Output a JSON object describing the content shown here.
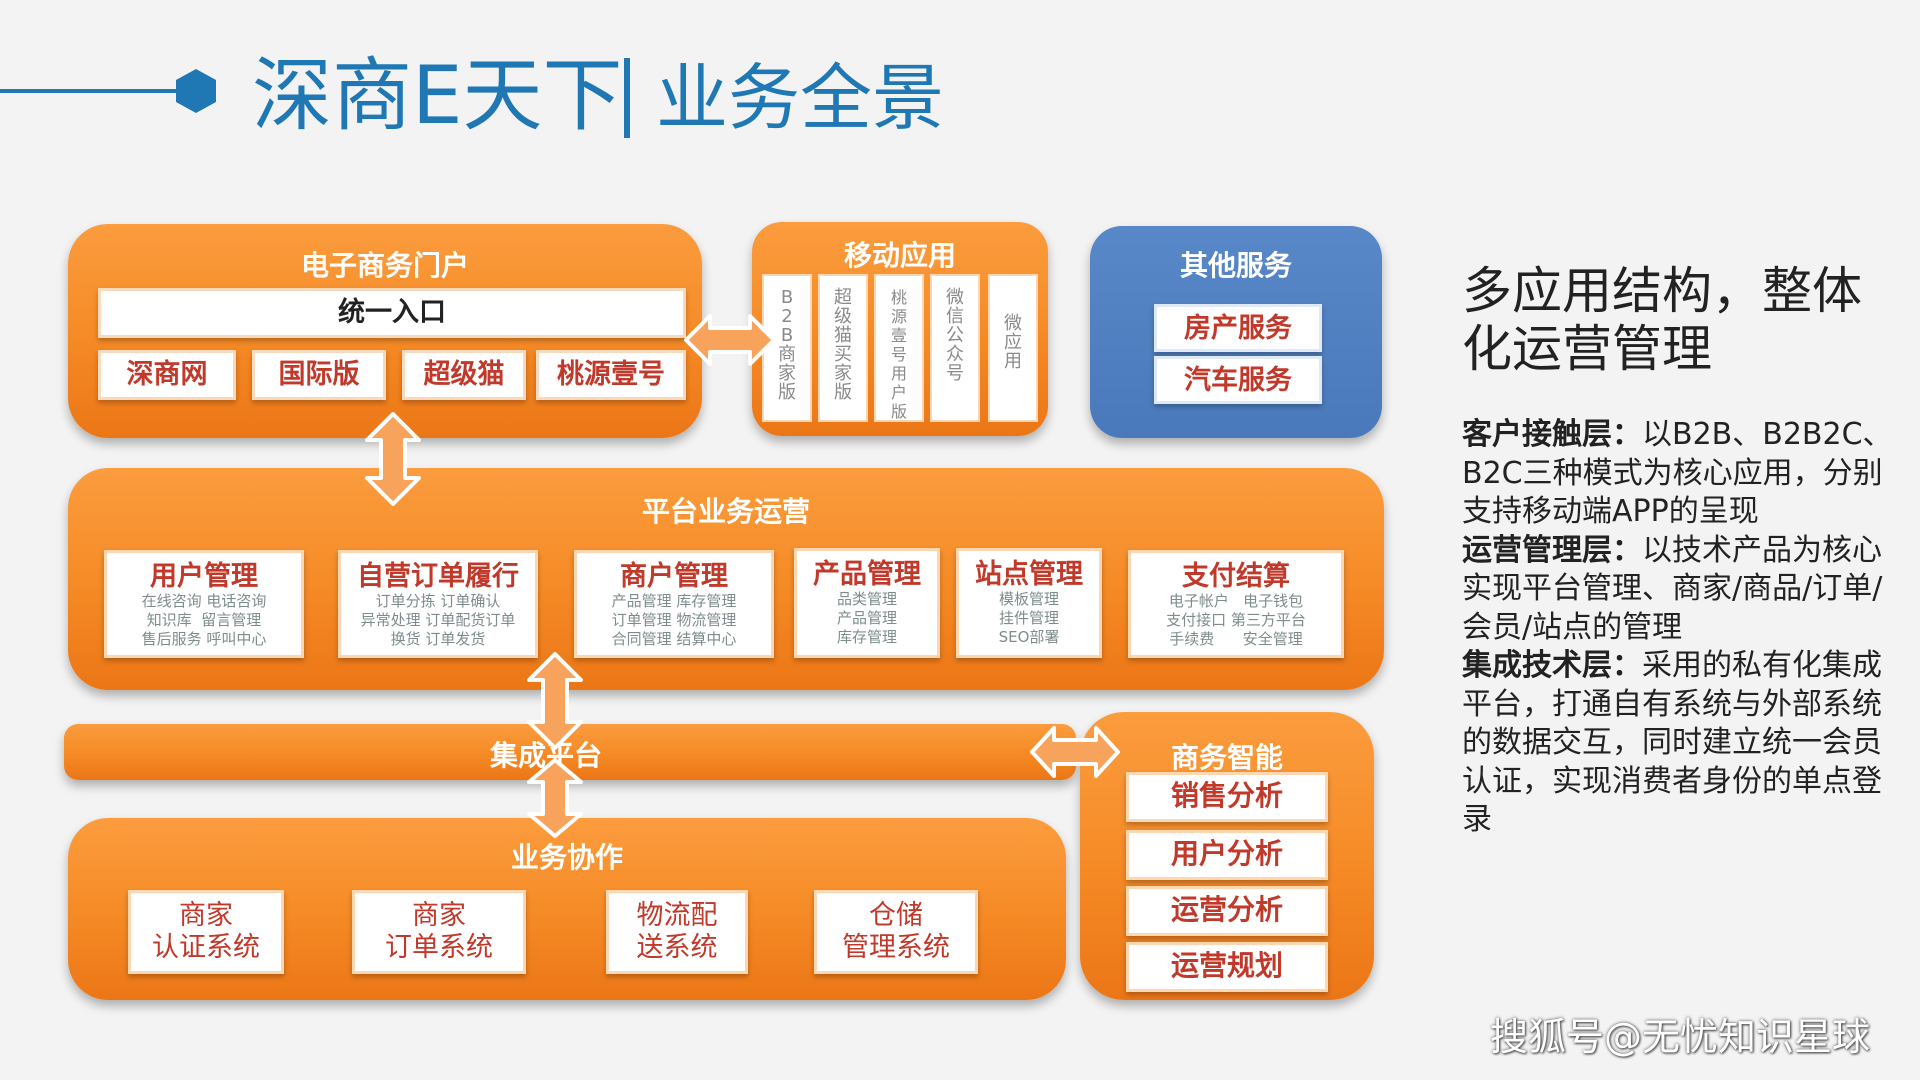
{
  "header": {
    "title_main": "深商E天下",
    "title_sub": "业务全景",
    "accent_color": "#1f78b4"
  },
  "portal": {
    "title": "电子商务门户",
    "unified_entry": "统一入口",
    "sites": [
      "深商网",
      "国际版",
      "超级猫",
      "桃源壹号"
    ]
  },
  "mobile": {
    "title": "移动应用",
    "apps": [
      "B2B商家版",
      "超级猫买家版",
      "桃源壹号用户版",
      "微信公众号",
      "微应用"
    ]
  },
  "other_services": {
    "title": "其他服务",
    "items": [
      "房产服务",
      "汽车服务"
    ],
    "color": "#4f7fbf"
  },
  "platform": {
    "title": "平台业务运营",
    "modules": [
      {
        "title": "用户管理",
        "sub": "在线咨询 电话咨询\n知识库  留言管理\n售后服务 呼叫中心"
      },
      {
        "title": "自营订单履行",
        "sub": "订单分拣 订单确认\n异常处理 订单配货订单\n换货 订单发货"
      },
      {
        "title": "商户管理",
        "sub": "产品管理 库存管理\n订单管理 物流管理\n合同管理 结算中心"
      },
      {
        "title": "产品管理",
        "sub": "品类管理\n产品管理\n库存管理"
      },
      {
        "title": "站点管理",
        "sub": "模板管理\n挂件管理\nSEO部署"
      },
      {
        "title": "支付结算",
        "sub": "电子帐户   电子钱包\n支付接口 第三方平台\n手续费      安全管理"
      }
    ]
  },
  "integration": {
    "title": "集成平台"
  },
  "collaboration": {
    "title": "业务协作",
    "items": [
      "商家\n认证系统",
      "商家\n订单系统",
      "物流配\n送系统",
      "仓储\n管理系统"
    ]
  },
  "bi": {
    "title": "商务智能",
    "items": [
      "销售分析",
      "用户分析",
      "运营分析",
      "运营规划"
    ]
  },
  "side": {
    "headline": "多应用结构，整体化运营管理",
    "sections": [
      {
        "label": "客户接触层：",
        "text": "以B2B、B2B2C、B2C三种模式为核心应用，分别支持移动端APP的呈现"
      },
      {
        "label": "运营管理层：",
        "text": "以技术产品为核心实现平台管理、商家/商品/订单/会员/站点的管理"
      },
      {
        "label": "集成技术层：",
        "text": "采用的私有化集成平台，打通自有系统与外部系统的数据交互，同时建立统一会员认证，实现消费者身份的单点登录"
      }
    ]
  },
  "watermark": "搜狐号@无忧知识星球"
}
